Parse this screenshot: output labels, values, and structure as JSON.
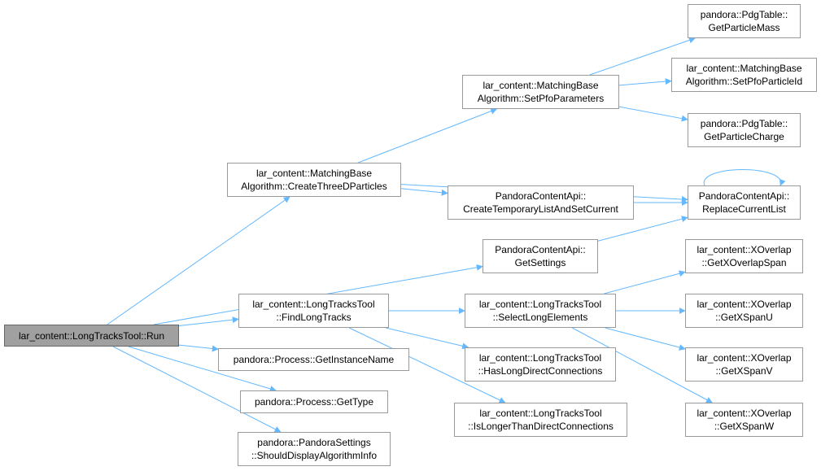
{
  "colors": {
    "edge": "#63b8ff",
    "node_border": "#999999",
    "root_fill": "#a0a0a0"
  },
  "nodes": {
    "run": {
      "lines": [
        "lar_content::LongTracksTool::Run"
      ]
    },
    "create3d": {
      "lines": [
        "lar_content::MatchingBase",
        "Algorithm::CreateThreeDParticles"
      ]
    },
    "setpfoparams": {
      "lines": [
        "lar_content::MatchingBase",
        "Algorithm::SetPfoParameters"
      ]
    },
    "getmass": {
      "lines": [
        "pandora::PdgTable::",
        "GetParticleMass"
      ]
    },
    "setpfoid": {
      "lines": [
        "lar_content::MatchingBase",
        "Algorithm::SetPfoParticleId"
      ]
    },
    "getcharge": {
      "lines": [
        "pandora::PdgTable::",
        "GetParticleCharge"
      ]
    },
    "createtemp": {
      "lines": [
        "PandoraContentApi::",
        "CreateTemporaryListAndSetCurrent"
      ]
    },
    "replacelist": {
      "lines": [
        "PandoraContentApi::",
        "ReplaceCurrentList"
      ]
    },
    "getsettings": {
      "lines": [
        "PandoraContentApi::",
        "GetSettings"
      ]
    },
    "findlong": {
      "lines": [
        "lar_content::LongTracksTool",
        "::FindLongTracks"
      ]
    },
    "selectlong": {
      "lines": [
        "lar_content::LongTracksTool",
        "::SelectLongElements"
      ]
    },
    "haslong": {
      "lines": [
        "lar_content::LongTracksTool",
        "::HasLongDirectConnections"
      ]
    },
    "islonger": {
      "lines": [
        "lar_content::LongTracksTool",
        "::IsLongerThanDirectConnections"
      ]
    },
    "overlapspan": {
      "lines": [
        "lar_content::XOverlap",
        "::GetXOverlapSpan"
      ]
    },
    "spanu": {
      "lines": [
        "lar_content::XOverlap",
        "::GetXSpanU"
      ]
    },
    "spanv": {
      "lines": [
        "lar_content::XOverlap",
        "::GetXSpanV"
      ]
    },
    "spanw": {
      "lines": [
        "lar_content::XOverlap",
        "::GetXSpanW"
      ]
    },
    "instname": {
      "lines": [
        "pandora::Process::GetInstanceName"
      ]
    },
    "gettype": {
      "lines": [
        "pandora::Process::GetType"
      ]
    },
    "shoulddisplay": {
      "lines": [
        "pandora::PandoraSettings",
        "::ShouldDisplayAlgorithmInfo"
      ]
    }
  },
  "edges": [
    [
      "run",
      "create3d"
    ],
    [
      "run",
      "getsettings"
    ],
    [
      "run",
      "findlong"
    ],
    [
      "run",
      "instname"
    ],
    [
      "run",
      "gettype"
    ],
    [
      "run",
      "shoulddisplay"
    ],
    [
      "create3d",
      "setpfoparams"
    ],
    [
      "create3d",
      "createtemp"
    ],
    [
      "create3d",
      "replacelist"
    ],
    [
      "setpfoparams",
      "getmass"
    ],
    [
      "setpfoparams",
      "setpfoid"
    ],
    [
      "setpfoparams",
      "getcharge"
    ],
    [
      "createtemp",
      "replacelist"
    ],
    [
      "replacelist",
      "replacelist"
    ],
    [
      "getsettings",
      "replacelist"
    ],
    [
      "findlong",
      "selectlong"
    ],
    [
      "findlong",
      "haslong"
    ],
    [
      "findlong",
      "islonger"
    ],
    [
      "selectlong",
      "overlapspan"
    ],
    [
      "selectlong",
      "spanu"
    ],
    [
      "selectlong",
      "spanv"
    ],
    [
      "selectlong",
      "spanw"
    ]
  ]
}
